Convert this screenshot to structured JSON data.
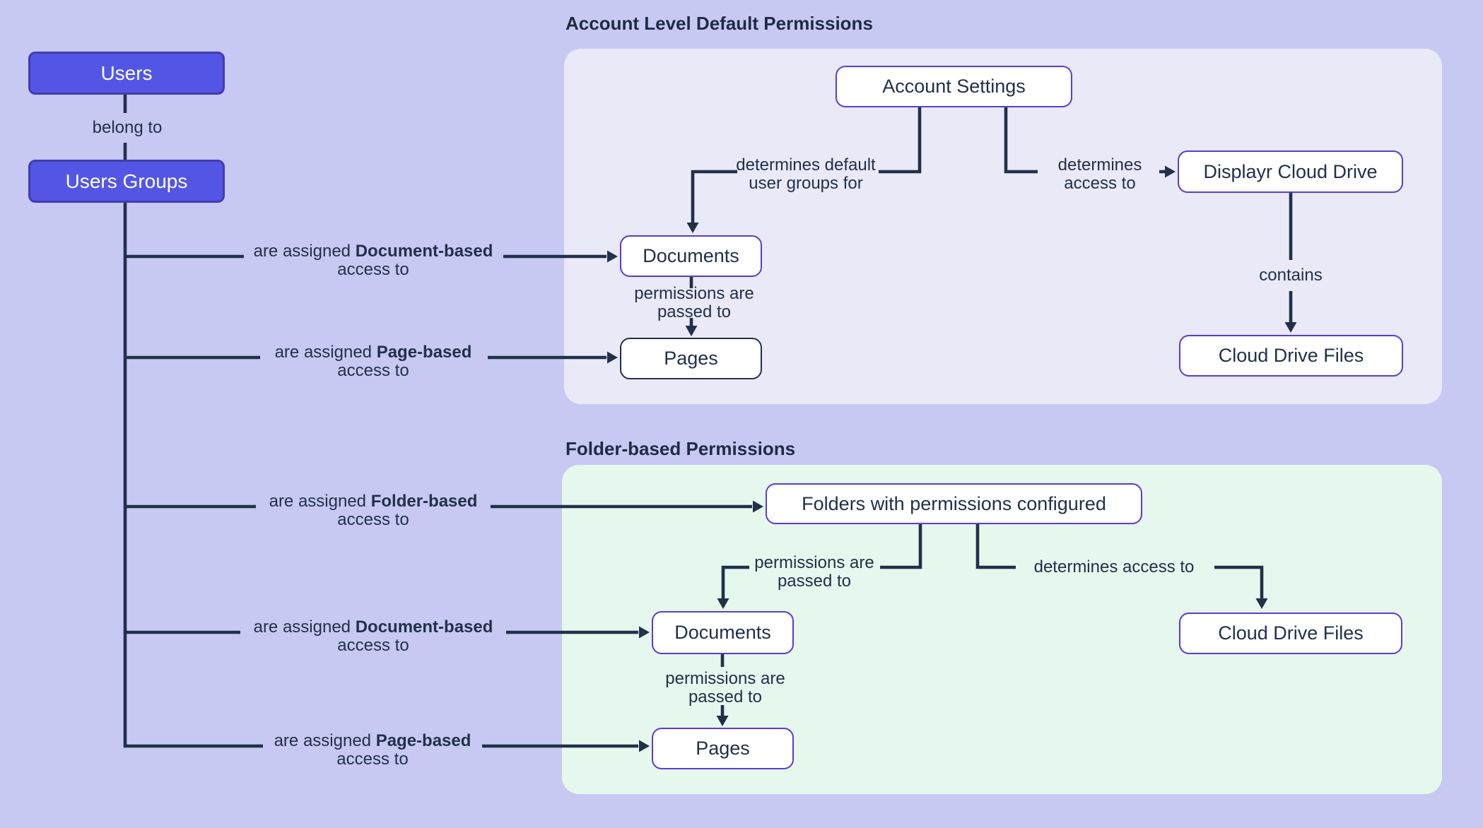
{
  "page": {
    "background_color": "#c7c9f3",
    "line_color": "#22304a",
    "node_border_purple": "#5a3cd2",
    "blue_node_fill": "#5356e4",
    "account_panel_color": "#e9e9f8",
    "folder_panel_color": "#e6f7ed"
  },
  "left_flow": {
    "users": "Users",
    "belong_to": "belong to",
    "users_groups": "Users Groups",
    "branches": [
      {
        "pre": "are assigned",
        "bold": "Document-based",
        "line2": "access to"
      },
      {
        "pre": "are assigned",
        "bold": "Page-based",
        "line2": "access to"
      },
      {
        "pre": "are assigned",
        "bold": "Folder-based",
        "line2": "access to"
      },
      {
        "pre": "are assigned",
        "bold": "Document-based",
        "line2": "access to"
      },
      {
        "pre": "are assigned",
        "bold": "Page-based",
        "line2": "access to"
      }
    ]
  },
  "account_section": {
    "title": "Account Level Default Permissions",
    "nodes": {
      "account_settings": "Account Settings",
      "documents": "Documents",
      "pages": "Pages",
      "displayr_cloud_drive": "Displayr Cloud Drive",
      "cloud_drive_files": "Cloud Drive Files"
    },
    "edges": {
      "determines_default_l1": "determines default",
      "determines_default_l2": "user groups for",
      "determines_l1": "determines",
      "determines_l2": "access to",
      "contains": "contains",
      "passed_l1": "permissions are",
      "passed_l2": "passed to"
    }
  },
  "folder_section": {
    "title": "Folder-based Permissions",
    "nodes": {
      "folders": "Folders with permissions configured",
      "documents": "Documents",
      "pages": "Pages",
      "cloud_drive_files": "Cloud Drive Files"
    },
    "edges": {
      "passed_upper_l1": "permissions are",
      "passed_upper_l2": "passed to",
      "determines_access": "determines access to",
      "passed_lower_l1": "permissions are",
      "passed_lower_l2": "passed to"
    }
  }
}
